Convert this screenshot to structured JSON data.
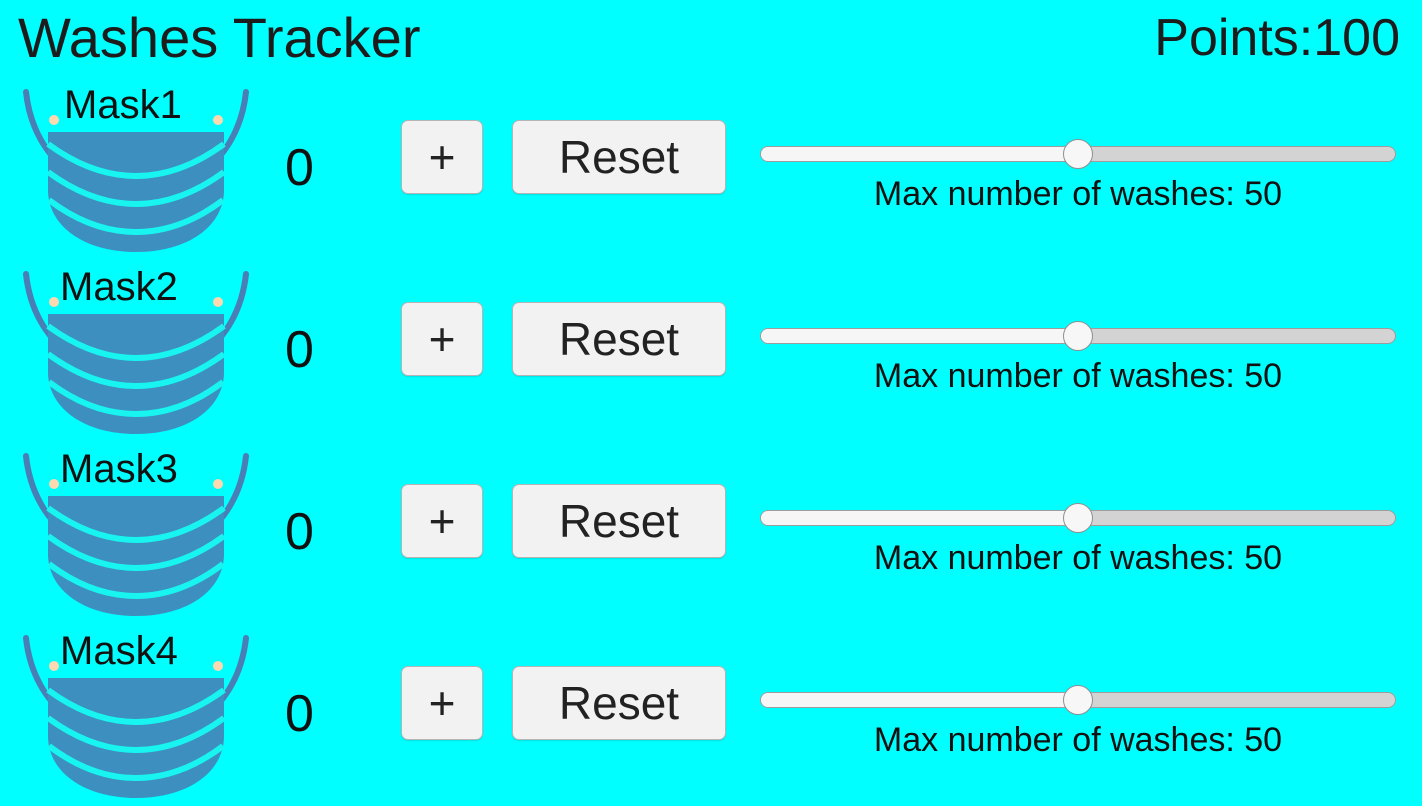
{
  "app": {
    "title": "Washes Tracker",
    "points_label": "Points:100",
    "background_color": "#00ffff",
    "text_color": "#111111"
  },
  "icons": {
    "mask": {
      "name": "face-mask-icon",
      "body_color": "#3d8fc0",
      "pleat_line_color": "#18f5f0",
      "strap_color": "#4a7fb5",
      "ear_color": "#fcd9b0"
    }
  },
  "rows": [
    {
      "mask_label": "Mask1",
      "count": "0",
      "increment_label": "+",
      "reset_label": "Reset",
      "slider": {
        "value": 50,
        "min": 0,
        "max": 100,
        "percent": 50,
        "caption": "Max number of washes: 50"
      }
    },
    {
      "mask_label": "Mask2",
      "count": "0",
      "increment_label": "+",
      "reset_label": "Reset",
      "slider": {
        "value": 50,
        "min": 0,
        "max": 100,
        "percent": 50,
        "caption": "Max number of washes: 50"
      }
    },
    {
      "mask_label": "Mask3",
      "count": "0",
      "increment_label": "+",
      "reset_label": "Reset",
      "slider": {
        "value": 50,
        "min": 0,
        "max": 100,
        "percent": 50,
        "caption": "Max number of washes: 50"
      }
    },
    {
      "mask_label": "Mask4",
      "count": "0",
      "increment_label": "+",
      "reset_label": "Reset",
      "slider": {
        "value": 50,
        "min": 0,
        "max": 100,
        "percent": 50,
        "caption": "Max number of washes: 50"
      }
    }
  ]
}
